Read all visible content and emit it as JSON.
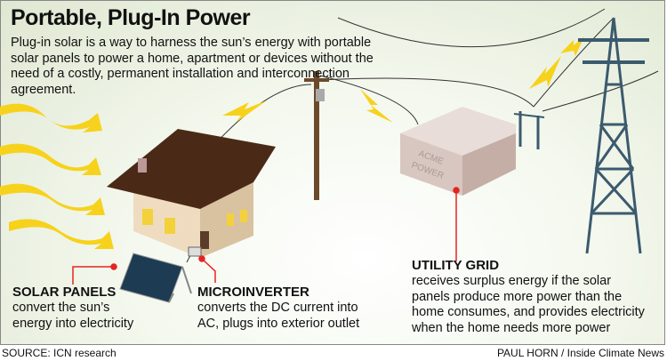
{
  "title": "Portable, Plug-In Power",
  "intro": "Plug-in solar is a way to harness the sun’s energy with portable solar panels to power a home, apartment or devices without the need of a costly, permanent installation and interconnection agreement.",
  "building_sign": [
    "ACME",
    "POWER"
  ],
  "labels": {
    "solar": {
      "title": "SOLAR PANELS",
      "desc": [
        "convert the sun’s",
        "energy into electricity"
      ]
    },
    "micro": {
      "title": "MICROINVERTER",
      "desc": [
        "converts the DC current into",
        "AC, plugs into exterior outlet"
      ]
    },
    "grid": {
      "title": "UTILITY GRID",
      "desc": [
        "receives surplus energy if the solar",
        "panels produce more power than the",
        "home consumes, and provides electricity",
        "when the home needs more power"
      ]
    }
  },
  "footer": {
    "source": "SOURCE: ICN research",
    "credit": "PAUL HORN / Inside Climate News"
  },
  "colors": {
    "accent": "#e52421",
    "sun": "#f7d21c",
    "roof": "#4a2a17"
  }
}
